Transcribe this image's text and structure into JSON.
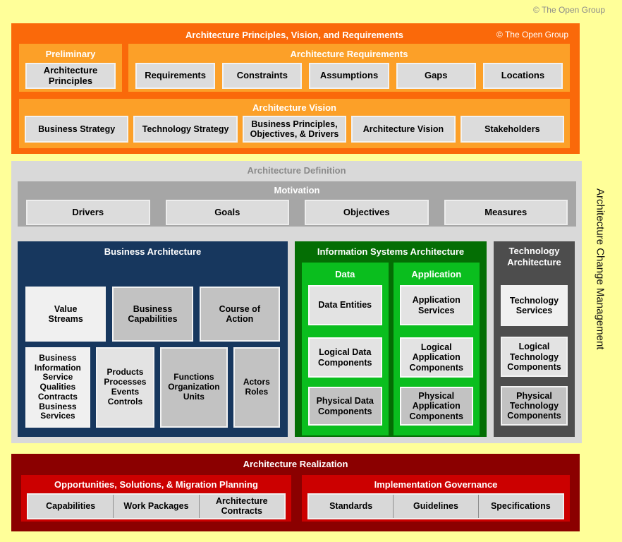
{
  "page": {
    "copyright": "© The Open Group",
    "side_label": "Architecture Change Management",
    "background_color": "#FFFF99"
  },
  "colors": {
    "orange_dark": "#FA690A",
    "orange_light": "#FCA028",
    "gray_panel": "#D9D9D9",
    "gray_motivation_bar": "#A6A6A6",
    "navy_business": "#17375E",
    "green_dark": "#046E04",
    "green_bright": "#0ABE1E",
    "dark_gray_technology": "#4D4D4D",
    "dark_red": "#8B0000",
    "red": "#CC0000"
  },
  "top_section": {
    "title": "Architecture Principles, Vision, and Requirements",
    "copyright": "© The Open Group",
    "preliminary": {
      "title": "Preliminary",
      "items": [
        "Architecture Principles"
      ]
    },
    "architecture_requirements": {
      "title": "Architecture Requirements",
      "items": [
        "Requirements",
        "Constraints",
        "Assumptions",
        "Gaps",
        "Locations"
      ]
    },
    "architecture_vision": {
      "title": "Architecture Vision",
      "items": [
        "Business Strategy",
        "Technology Strategy",
        "Business Principles, Objectives, & Drivers",
        "Architecture Vision",
        "Stakeholders"
      ]
    }
  },
  "definition_section": {
    "title": "Architecture Definition",
    "motivation": {
      "title": "Motivation",
      "items": [
        "Drivers",
        "Goals",
        "Objectives",
        "Measures"
      ]
    },
    "business_architecture": {
      "title": "Business Architecture",
      "row1": [
        "Value Streams",
        "Business Capabilities",
        "Course of Action"
      ],
      "row2": [
        "Business Information Service Qualities Contracts Business Services",
        "Products Processes Events Controls",
        "Functions Organization Units",
        "Actors Roles"
      ]
    },
    "information_systems_architecture": {
      "title": "Information Systems Architecture",
      "data": {
        "title": "Data",
        "items": [
          "Data Entities",
          "Logical Data Components",
          "Physical Data Components"
        ]
      },
      "application": {
        "title": "Application",
        "items": [
          "Application Services",
          "Logical Application Components",
          "Physical Application Components"
        ]
      }
    },
    "technology_architecture": {
      "title": "Technology Architecture",
      "items": [
        "Technology Services",
        "Logical Technology Components",
        "Physical Technology Components"
      ]
    }
  },
  "realization_section": {
    "title": "Architecture Realization",
    "opportunities": {
      "title": "Opportunities, Solutions, & Migration Planning",
      "items": [
        "Capabilities",
        "Work Packages",
        "Architecture Contracts"
      ]
    },
    "governance": {
      "title": "Implementation Governance",
      "items": [
        "Standards",
        "Guidelines",
        "Specifications"
      ]
    }
  }
}
